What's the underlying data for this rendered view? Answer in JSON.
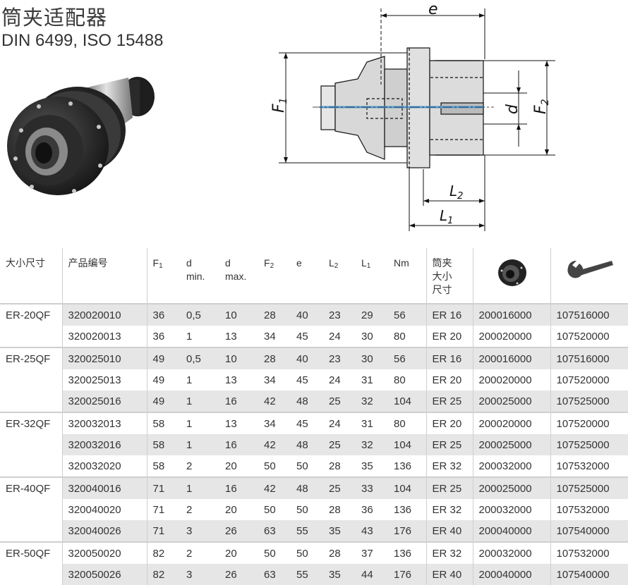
{
  "header": {
    "title": "筒夹适配器",
    "subtitle": "DIN 6499, ISO 15488"
  },
  "drawing": {
    "label_e": "e",
    "label_f1": "F",
    "label_f1_sub": "1",
    "label_d": "d",
    "label_f2": "F",
    "label_f2_sub": "2",
    "label_l2": "L",
    "label_l2_sub": "2",
    "label_l1": "L",
    "label_l1_sub": "1"
  },
  "table": {
    "headers": {
      "size": "大小尺寸",
      "product_no": "产品编号",
      "f1": "F",
      "f1_sub": "1",
      "d_min_1": "d",
      "d_min_2": "min.",
      "d_max_1": "d",
      "d_max_2": "max.",
      "f2": "F",
      "f2_sub": "2",
      "e": "e",
      "l2": "L",
      "l2_sub": "2",
      "l1": "L",
      "l1_sub": "1",
      "nm": "Nm",
      "collet_1": "筒夹",
      "collet_2": "大小",
      "collet_3": "尺寸"
    },
    "rows": [
      {
        "size": "ER-20QF",
        "no": "320020010",
        "f1": "36",
        "dmin": "0,5",
        "dmax": "10",
        "f2": "28",
        "e": "40",
        "l2": "23",
        "l1": "29",
        "nm": "56",
        "collet": "ER 16",
        "nut": "200016000",
        "wrench": "107516000"
      },
      {
        "size": "",
        "no": "320020013",
        "f1": "36",
        "dmin": "1",
        "dmax": "13",
        "f2": "34",
        "e": "45",
        "l2": "24",
        "l1": "30",
        "nm": "80",
        "collet": "ER 20",
        "nut": "200020000",
        "wrench": "107520000"
      },
      {
        "size": "ER-25QF",
        "no": "320025010",
        "f1": "49",
        "dmin": "0,5",
        "dmax": "10",
        "f2": "28",
        "e": "40",
        "l2": "23",
        "l1": "30",
        "nm": "56",
        "collet": "ER 16",
        "nut": "200016000",
        "wrench": "107516000"
      },
      {
        "size": "",
        "no": "320025013",
        "f1": "49",
        "dmin": "1",
        "dmax": "13",
        "f2": "34",
        "e": "45",
        "l2": "24",
        "l1": "31",
        "nm": "80",
        "collet": "ER 20",
        "nut": "200020000",
        "wrench": "107520000"
      },
      {
        "size": "",
        "no": "320025016",
        "f1": "49",
        "dmin": "1",
        "dmax": "16",
        "f2": "42",
        "e": "48",
        "l2": "25",
        "l1": "32",
        "nm": "104",
        "collet": "ER 25",
        "nut": "200025000",
        "wrench": "107525000"
      },
      {
        "size": "ER-32QF",
        "no": "320032013",
        "f1": "58",
        "dmin": "1",
        "dmax": "13",
        "f2": "34",
        "e": "45",
        "l2": "24",
        "l1": "31",
        "nm": "80",
        "collet": "ER 20",
        "nut": "200020000",
        "wrench": "107520000"
      },
      {
        "size": "",
        "no": "320032016",
        "f1": "58",
        "dmin": "1",
        "dmax": "16",
        "f2": "42",
        "e": "48",
        "l2": "25",
        "l1": "32",
        "nm": "104",
        "collet": "ER 25",
        "nut": "200025000",
        "wrench": "107525000"
      },
      {
        "size": "",
        "no": "320032020",
        "f1": "58",
        "dmin": "2",
        "dmax": "20",
        "f2": "50",
        "e": "50",
        "l2": "28",
        "l1": "35",
        "nm": "136",
        "collet": "ER 32",
        "nut": "200032000",
        "wrench": "107532000"
      },
      {
        "size": "ER-40QF",
        "no": "320040016",
        "f1": "71",
        "dmin": "1",
        "dmax": "16",
        "f2": "42",
        "e": "48",
        "l2": "25",
        "l1": "33",
        "nm": "104",
        "collet": "ER 25",
        "nut": "200025000",
        "wrench": "107525000"
      },
      {
        "size": "",
        "no": "320040020",
        "f1": "71",
        "dmin": "2",
        "dmax": "20",
        "f2": "50",
        "e": "50",
        "l2": "28",
        "l1": "36",
        "nm": "136",
        "collet": "ER 32",
        "nut": "200032000",
        "wrench": "107532000"
      },
      {
        "size": "",
        "no": "320040026",
        "f1": "71",
        "dmin": "3",
        "dmax": "26",
        "f2": "63",
        "e": "55",
        "l2": "35",
        "l1": "43",
        "nm": "176",
        "collet": "ER 40",
        "nut": "200040000",
        "wrench": "107540000"
      },
      {
        "size": "ER-50QF",
        "no": "320050020",
        "f1": "82",
        "dmin": "2",
        "dmax": "20",
        "f2": "50",
        "e": "50",
        "l2": "28",
        "l1": "37",
        "nm": "136",
        "collet": "ER 32",
        "nut": "200032000",
        "wrench": "107532000"
      },
      {
        "size": "",
        "no": "320050026",
        "f1": "82",
        "dmin": "3",
        "dmax": "26",
        "f2": "63",
        "e": "55",
        "l2": "35",
        "l1": "44",
        "nm": "176",
        "collet": "ER 40",
        "nut": "200040000",
        "wrench": "107540000"
      }
    ]
  }
}
